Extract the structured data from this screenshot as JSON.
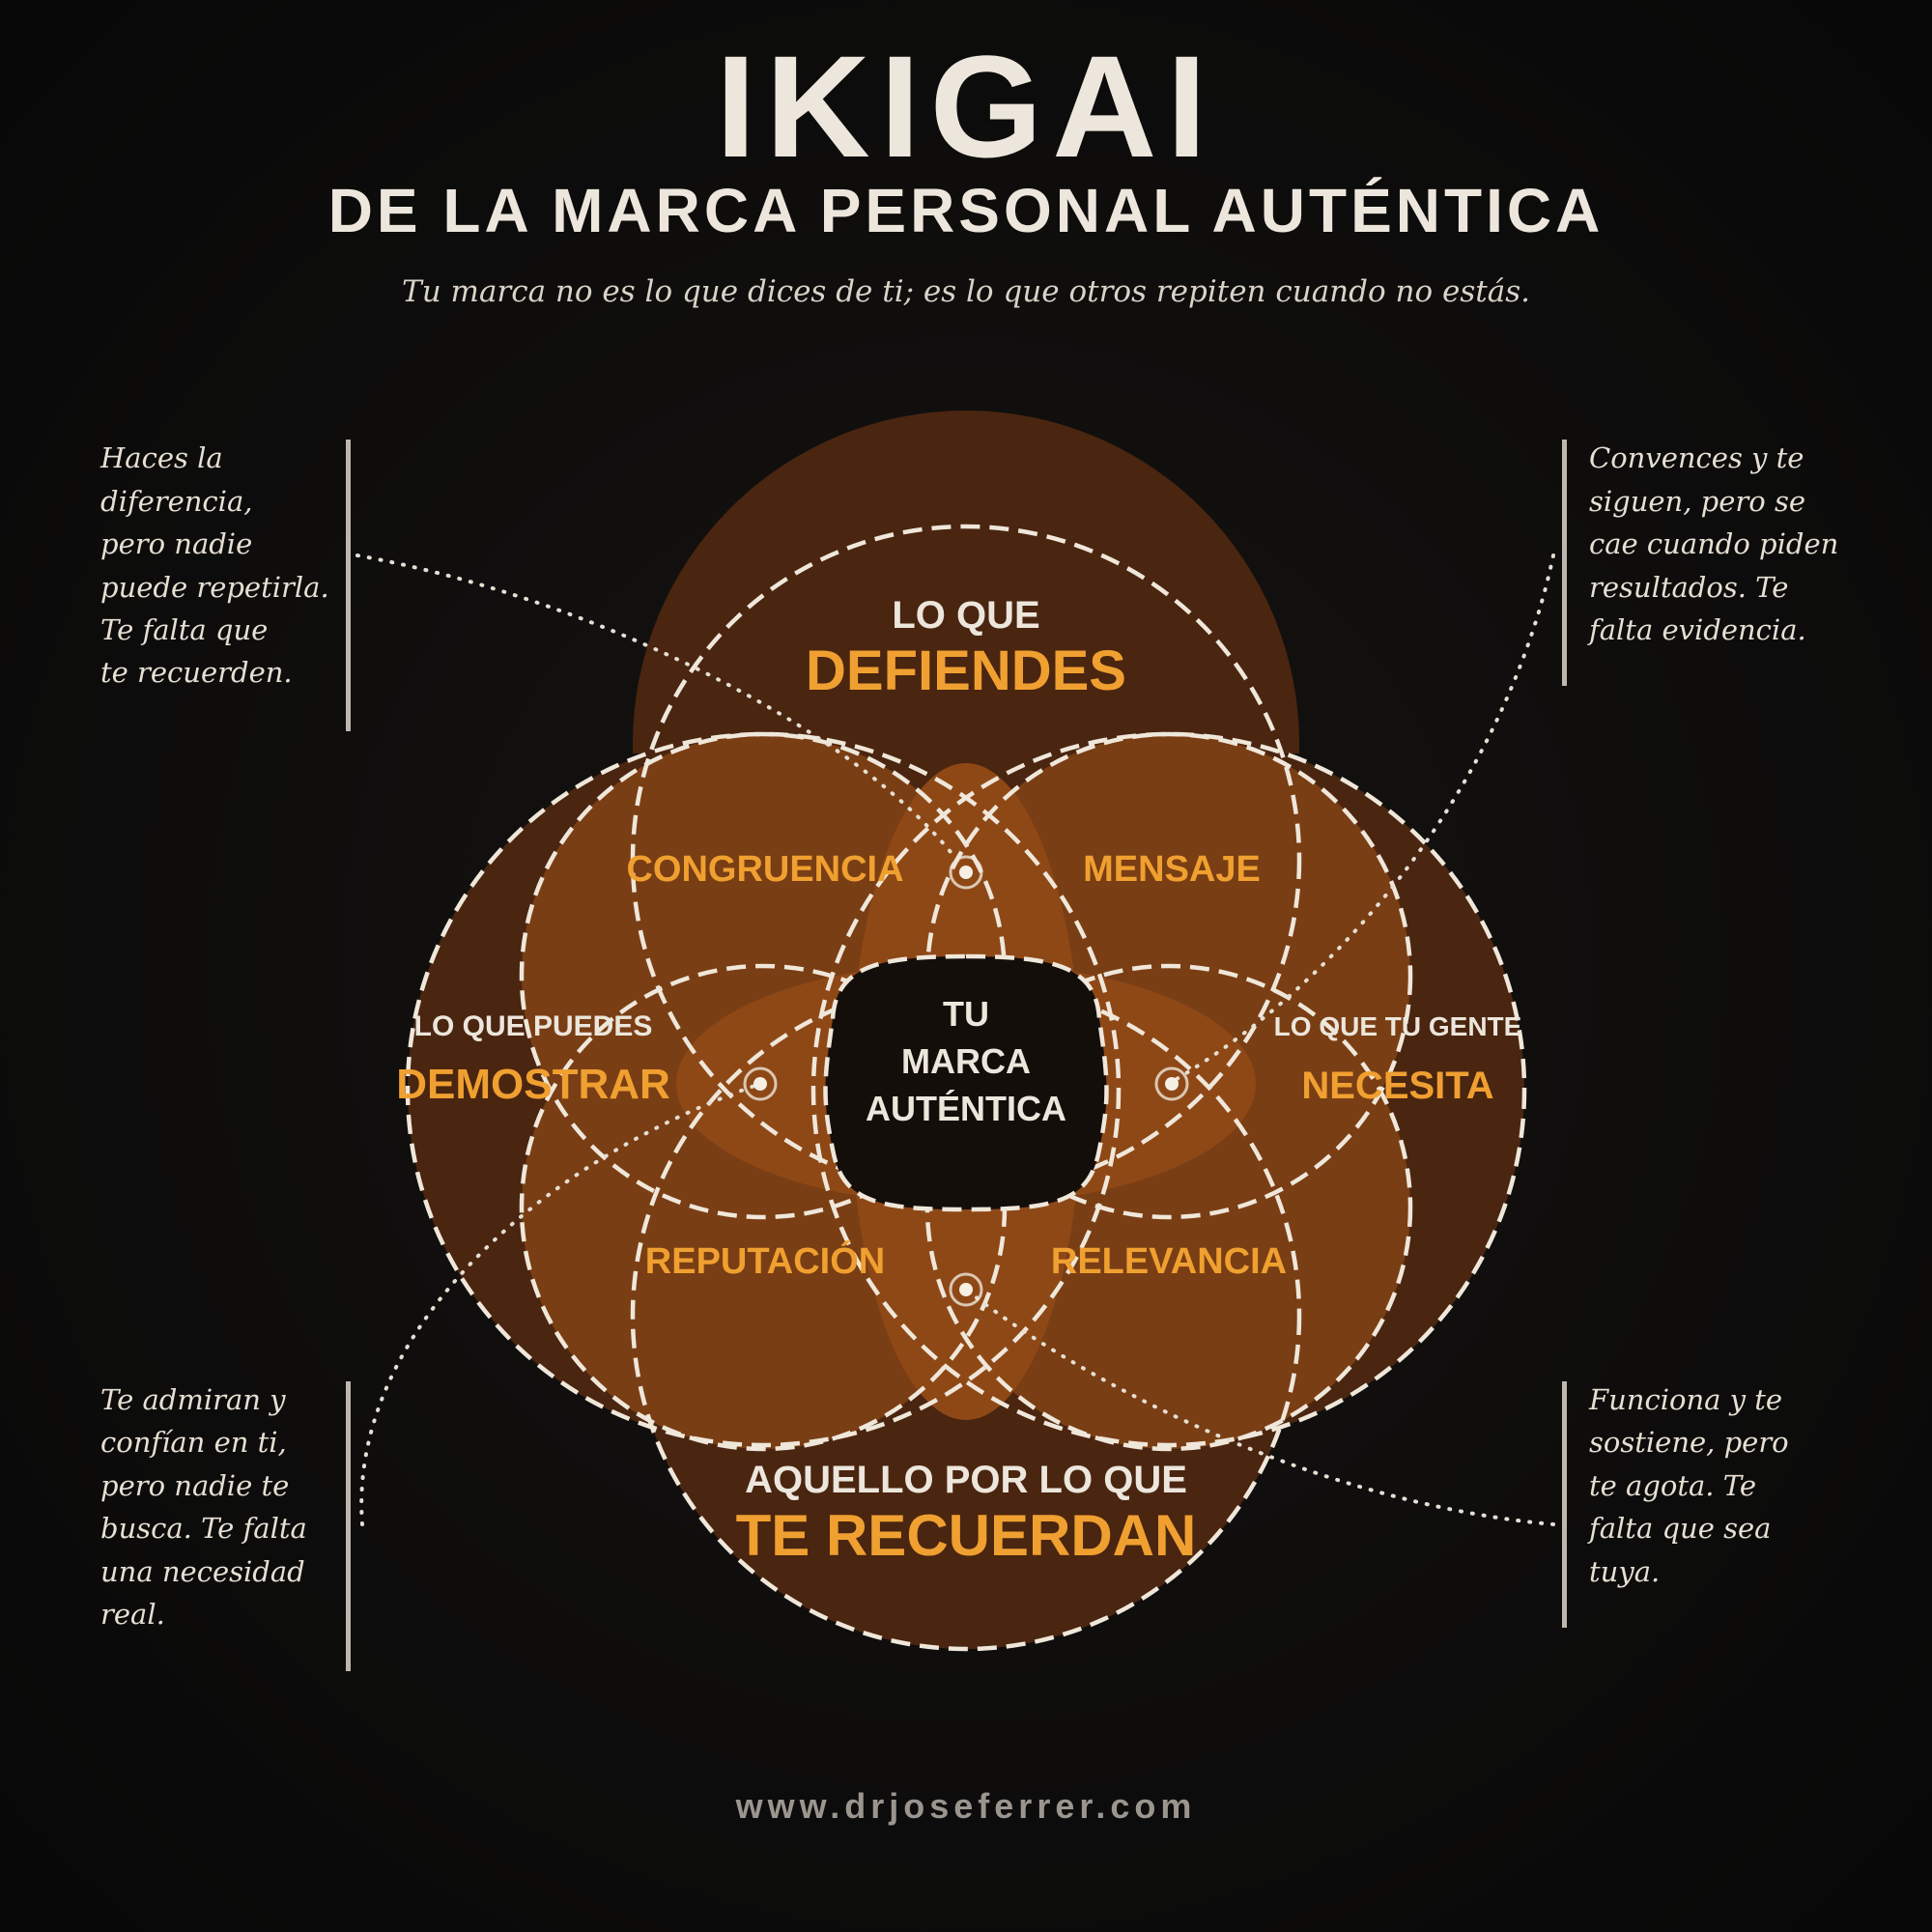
{
  "header": {
    "title": "IKIGAI",
    "subtitle": "DE LA MARCA PERSONAL AUTÉNTICA",
    "tagline": "Tu marca no es lo que dices de ti; es lo que otros repiten cuando no estás."
  },
  "circles": {
    "top": {
      "line1": "LO QUE",
      "line2": "DEFIENDES"
    },
    "left": {
      "line1": "LO QUE PUEDES",
      "line2": "DEMOSTRAR"
    },
    "right": {
      "line1": "LO QUE TU GENTE",
      "line2": "NECESITA"
    },
    "bottom": {
      "line1": "AQUELLO POR LO QUE",
      "line2": "TE RECUERDAN"
    }
  },
  "intersections": {
    "top_left": "CONGRUENCIA",
    "top_right": "MENSAJE",
    "bottom_left": "REPUTACIÓN",
    "bottom_right": "RELEVANCIA"
  },
  "center": {
    "line1": "TU",
    "line2": "MARCA",
    "line3": "AUTÉNTICA"
  },
  "notes": {
    "top_left": [
      "Haces la",
      "diferencia,",
      "pero nadie",
      "puede repetirla.",
      "Te falta que",
      "te recuerden."
    ],
    "top_right": [
      "Convences y te",
      "siguen, pero se",
      "cae cuando piden",
      "resultados. Te",
      "falta evidencia."
    ],
    "bottom_left": [
      "Te admiran y",
      "confían en ti,",
      "pero nadie te",
      "busca. Te falta",
      "una necesidad",
      "real."
    ],
    "bottom_right": [
      "Funciona y te",
      "sostiene, pero",
      "te agota. Te",
      "falta que sea",
      "tuya."
    ]
  },
  "footer": {
    "website": "www.drjoseferrer.com"
  },
  "colors": {
    "background": "#0c0c0c",
    "circle_fill": "#5a2c0c",
    "overlap_fill": "#8a4515",
    "accent": "#f0a030",
    "text_light": "#ece6dc",
    "dashed_stroke": "#efe7da",
    "center_fill": "#140e0b"
  }
}
